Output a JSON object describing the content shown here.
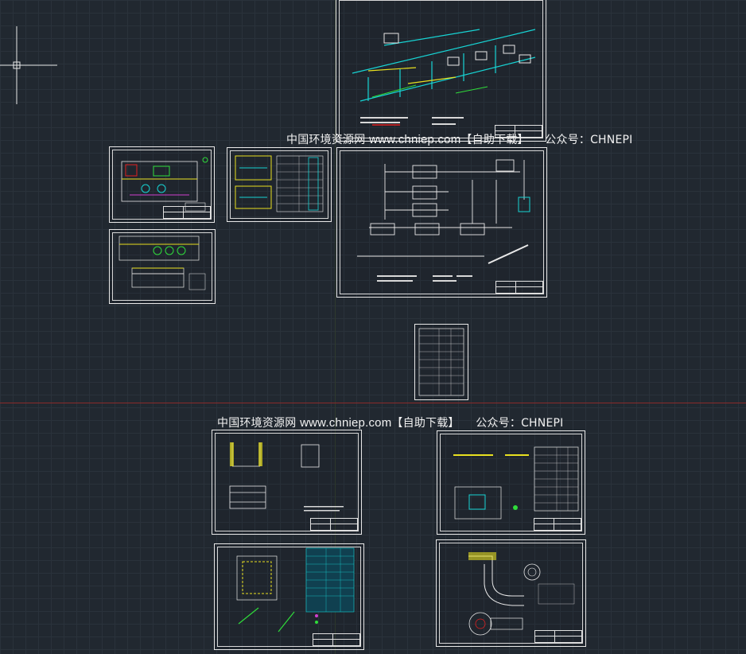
{
  "watermarks": [
    {
      "text_cn": "中国环境资源网",
      "text_site": "www.chniep.com",
      "text_dl": "【自助下载】",
      "text_wx": "公众号：CHNEPI"
    },
    {
      "text_cn": "中国环境资源网",
      "text_site": "www.chniep.com",
      "text_dl": "【自助下载】",
      "text_wx": "公众号：CHNEPI"
    }
  ],
  "colors": {
    "background": "#212830",
    "grid": "#2a323b",
    "sheet_border": "#e8e8e8",
    "cyan": "#17d4d4",
    "yellow": "#e8e020",
    "green": "#2fdc3a",
    "red": "#e02020",
    "magenta": "#d040d0",
    "white": "#f0f0f0"
  },
  "icons": {
    "cursor": "crosshair-cursor-icon"
  }
}
